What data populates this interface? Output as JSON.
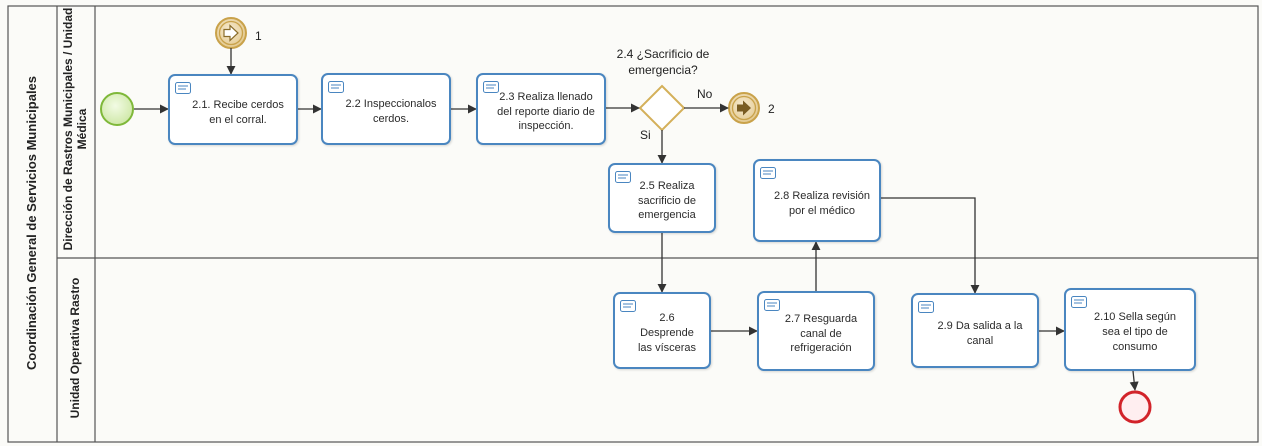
{
  "pool": {
    "title": "Coordinación General de Servicios Municipales"
  },
  "lanes": [
    {
      "name": "Dirección de Rastros Municipales / Unidad Médica"
    },
    {
      "name": "Unidad Operativa Rastro"
    }
  ],
  "tasks": [
    {
      "id": "t21",
      "text": "2.1. Recibe cerdos en el corral."
    },
    {
      "id": "t22",
      "text": "2.2 Inspeccionalos cerdos."
    },
    {
      "id": "t23",
      "text": "2.3 Realiza llenado del reporte diario de inspección."
    },
    {
      "id": "t25",
      "text": "2.5 Realiza sacrificio de emergencia"
    },
    {
      "id": "t26",
      "text": "2.6 Desprende las vísceras"
    },
    {
      "id": "t27",
      "text": "2.7 Resguarda canal de refrigeración"
    },
    {
      "id": "t28",
      "text": "2.8 Realiza revisión por el médico"
    },
    {
      "id": "t29",
      "text": "2.9 Da salida a la canal"
    },
    {
      "id": "t210",
      "text": "2.10 Sella según sea el tipo de consumo"
    }
  ],
  "gateway": {
    "question": "2.4 ¿Sacrificio de emergencia?",
    "no_label": "No",
    "yes_label": "Si"
  },
  "links": {
    "incoming": "1",
    "outgoing": "2"
  },
  "colors": {
    "task_border": "#4a86c0",
    "start_event": "#8dc63f",
    "end_event": "#d2232a",
    "gateway": "#d4b05a",
    "link_event": "#c9a24a"
  }
}
